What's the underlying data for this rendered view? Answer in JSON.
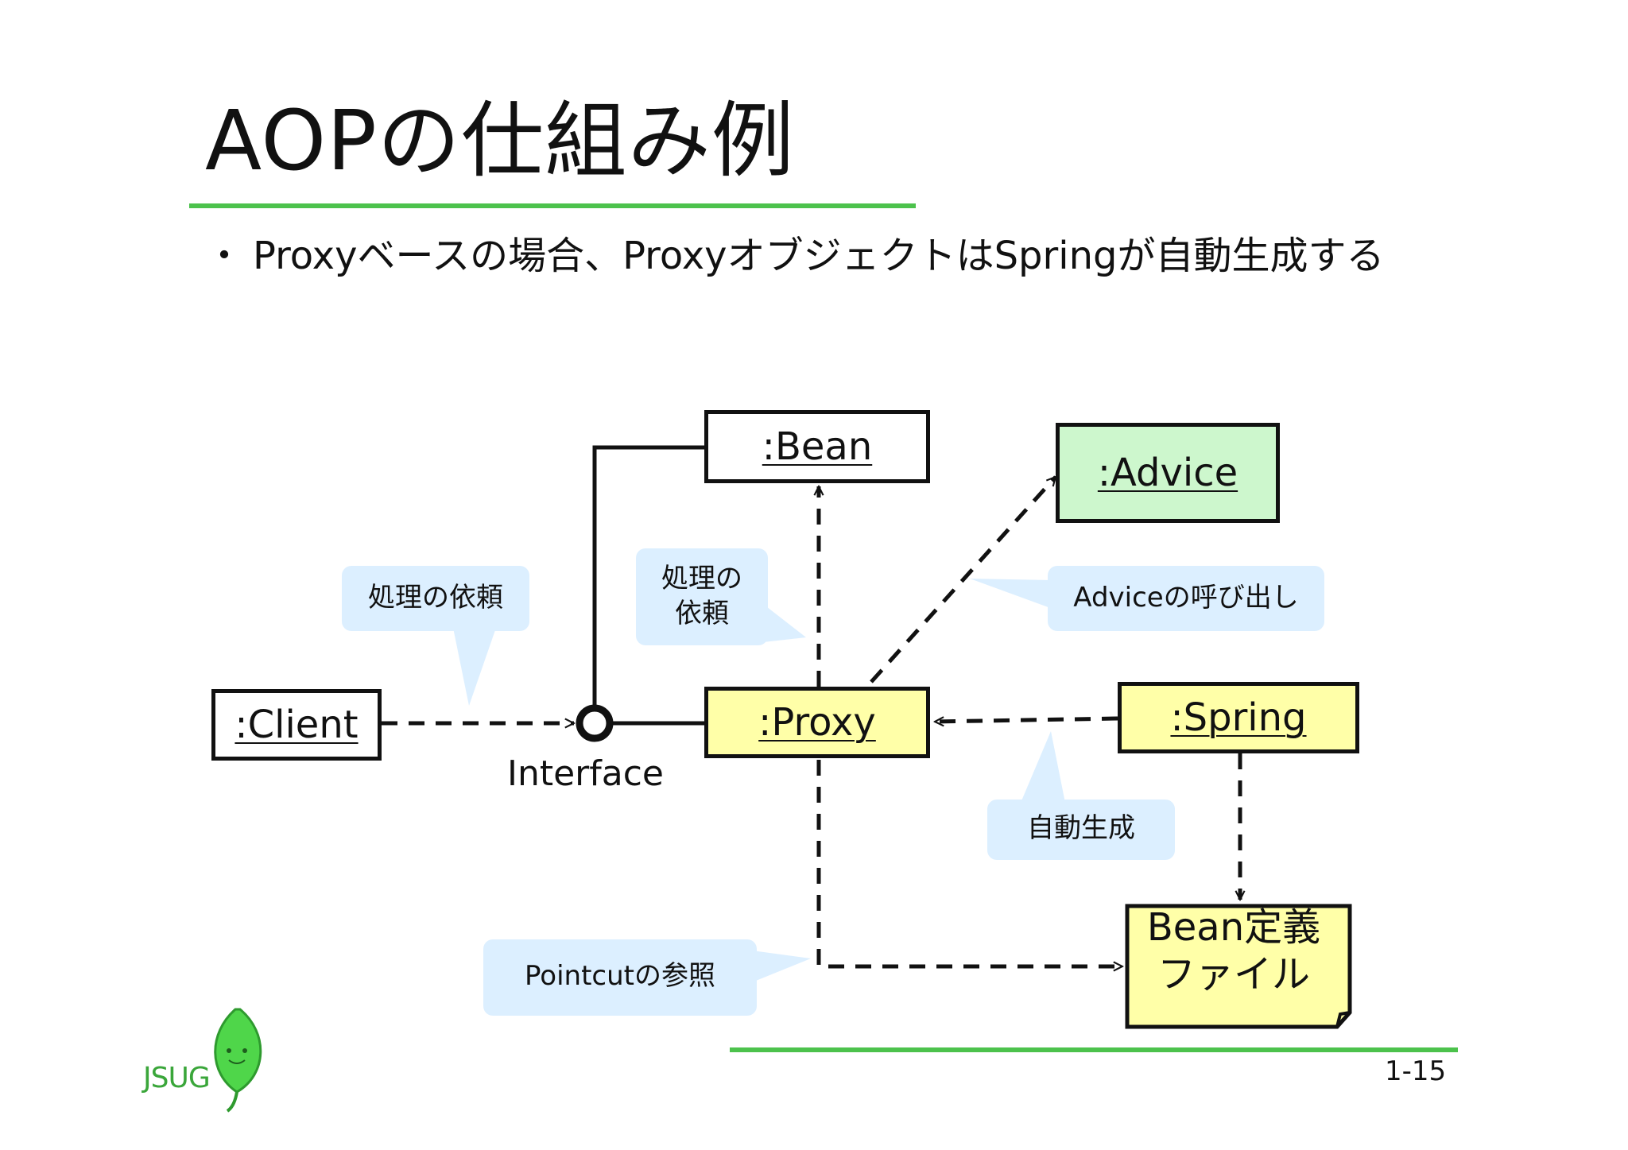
{
  "title": "AOPの仕組み例",
  "bullet": {
    "marker": "・",
    "text": "Proxyベースの場合、ProxyオブジェクトはSpringが自動生成する"
  },
  "objects": {
    "client": ":Client",
    "bean": ":Bean",
    "advice": ":Advice",
    "proxy": ":Proxy",
    "spring": ":Spring"
  },
  "bean_definition_file": {
    "line1": "Bean定義",
    "line2": "ファイル"
  },
  "interface_label": "Interface",
  "callouts": {
    "client_request": "処理の依頼",
    "proxy_request_line1": "処理の",
    "proxy_request_line2": "依頼",
    "advice_call": "Adviceの呼び出し",
    "auto_generate": "自動生成",
    "pointcut_ref": "Pointcutの参照"
  },
  "page_number": "1-15",
  "logo": {
    "text": "JSUG",
    "icon": "leaf-mascot-icon"
  },
  "colors": {
    "accent_green": "#4cc24c",
    "proxy_fill": "#ffffa8",
    "advice_fill": "#cdf7cd",
    "callout_fill": "#dcefff"
  }
}
